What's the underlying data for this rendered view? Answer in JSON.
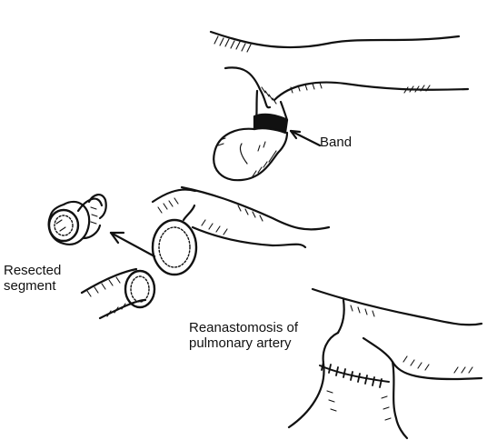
{
  "labels": {
    "band": "Band",
    "resected_segment": [
      "Resected",
      "segment"
    ],
    "reanastomosis": [
      "Reanastomosis of",
      "pulmonary artery"
    ]
  },
  "icons": [
    "band-arrow-icon",
    "transfer-arrow-icon"
  ],
  "colors": {
    "ink": "#111111",
    "background": "#ffffff"
  }
}
